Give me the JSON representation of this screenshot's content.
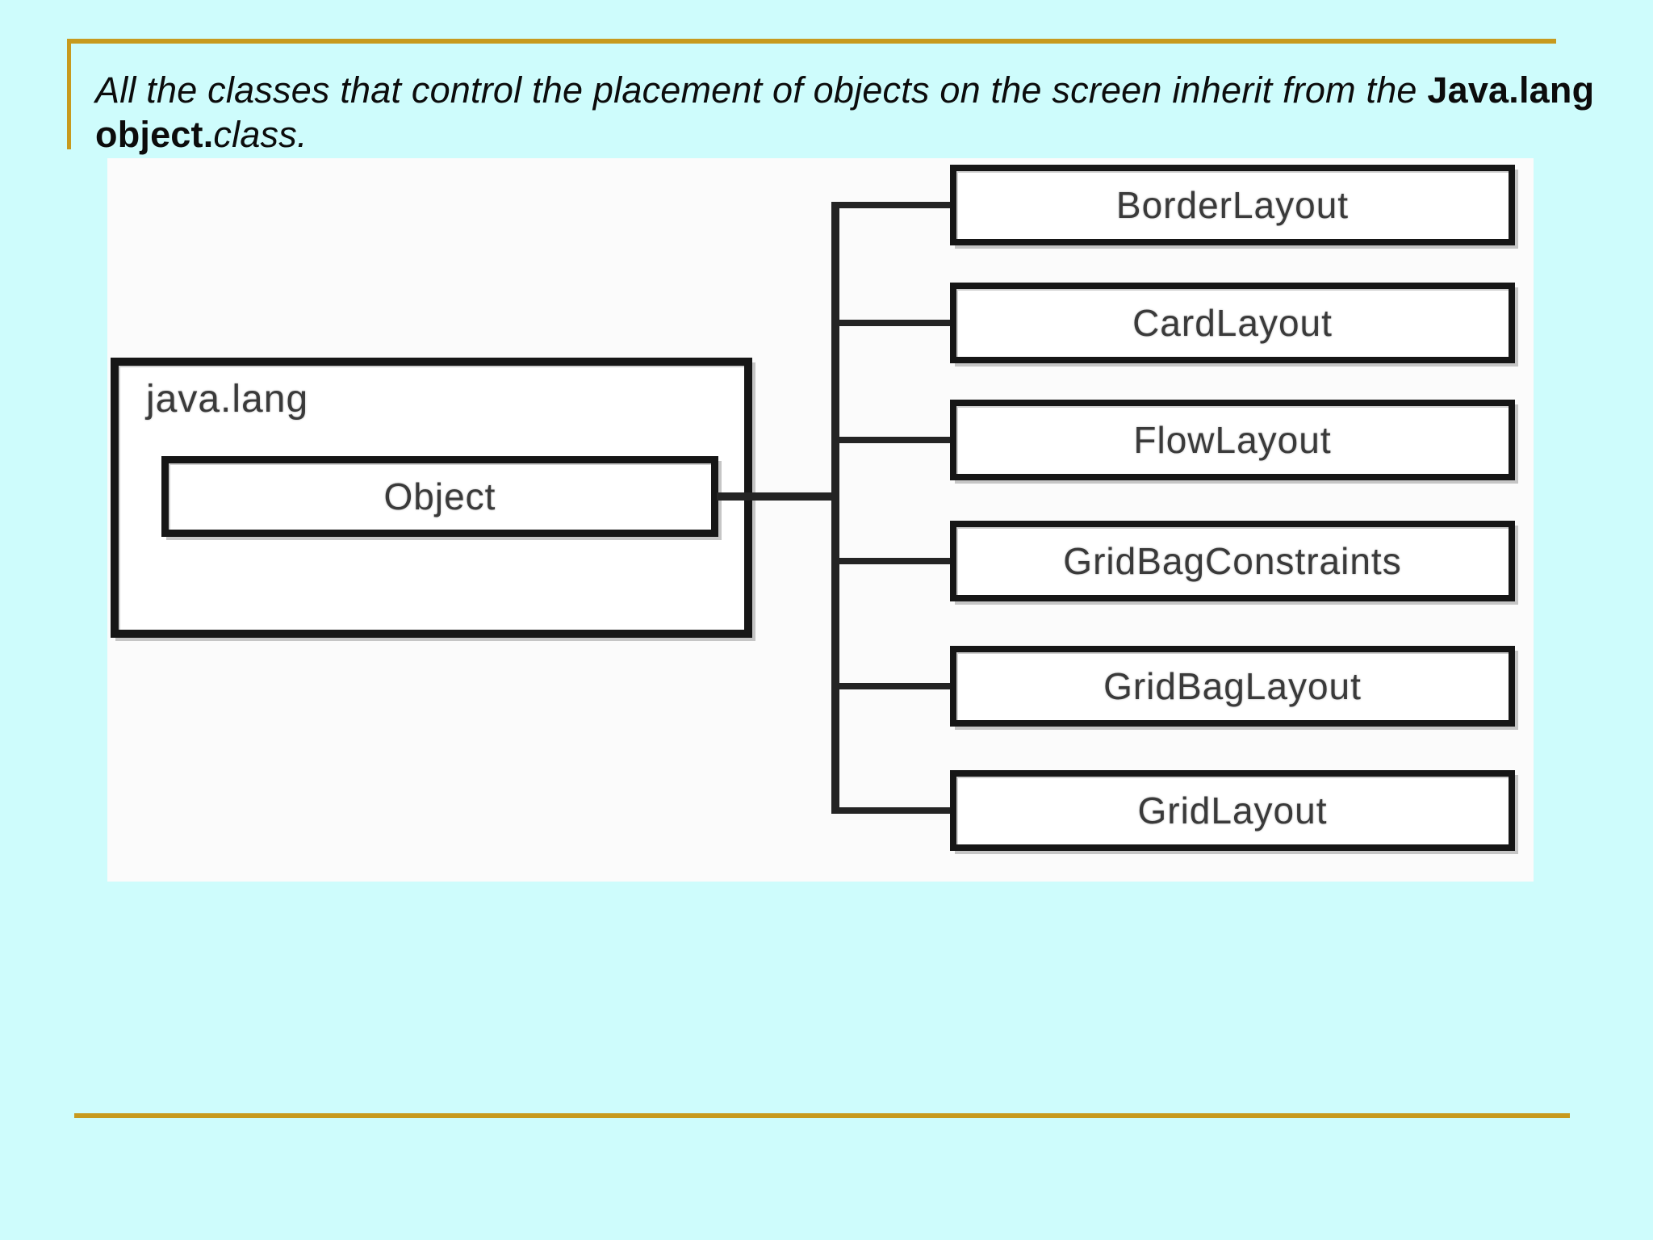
{
  "slide": {
    "colors": {
      "background": "#cefcfc",
      "accent_gold": "#c79a1e",
      "panel_background": "#fbfbfb",
      "box_border": "#161616",
      "label_text": "#3a3a3a"
    }
  },
  "intro": {
    "line1_italic": "All the classes that control the placement of objects on the screen inherit from the ",
    "line1_bold": "Java.lang",
    "line2_bold": "object.",
    "line2_italic": "class."
  },
  "diagram": {
    "package_label": "java.lang",
    "root_class": "Object",
    "children": [
      {
        "label": "BorderLayout"
      },
      {
        "label": "CardLayout"
      },
      {
        "label": "FlowLayout"
      },
      {
        "label": "GridBagConstraints"
      },
      {
        "label": "GridBagLayout"
      },
      {
        "label": "GridLayout"
      }
    ]
  }
}
